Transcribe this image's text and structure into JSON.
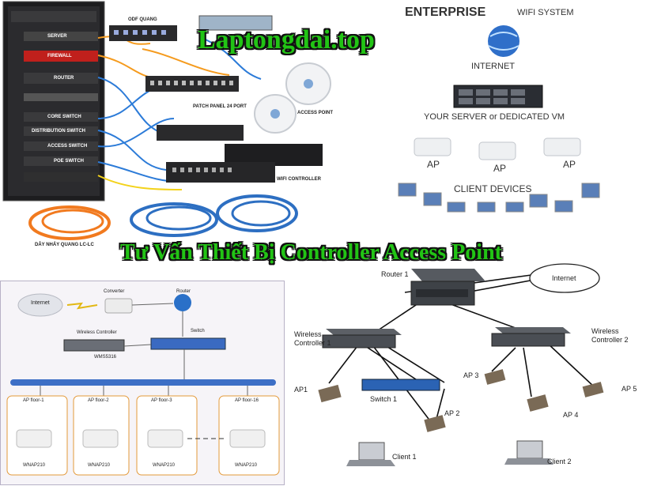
{
  "top_left": {
    "sfp_label": "ODF QUANG",
    "rack_units": [
      "SERVER",
      "FIREWALL",
      "ROUTER",
      "CORE SWITCH",
      "DISTRIBUTION SWITCH",
      "ACCESS SWITCH",
      "POE SWITCH"
    ],
    "patch_panel": "PATCH PANEL 24 PORT",
    "access_point": "ACCESS POINT",
    "wifi_controller": "WIFI CONTROLLER",
    "fiber_cable": "DÂY NHẢY QUANG LC-LC"
  },
  "site_title": "Laptongdai.top",
  "enterprise": {
    "heading": "ENTERPRISE",
    "heading_suffix": "WIFI SYSTEM",
    "internet": "INTERNET",
    "server": "YOUR SERVER or DEDICATED VM",
    "aps": [
      "AP",
      "AP",
      "AP"
    ],
    "client_devices": "CLIENT DEVICES"
  },
  "banner": "Tư Vấn Thiết Bị Controller Access Point",
  "bottom_left": {
    "internet": "Internet",
    "converter": "Converter",
    "router": "Router",
    "wireless_controller": "Wireless Controller",
    "switch": "Switch",
    "controller_model": "WMS5316",
    "ap_floors": [
      "AP floor-1",
      "AP floor-2",
      "AP floor-3",
      "AP floor-16"
    ],
    "ap_model": "WNAP210"
  },
  "bottom_right": {
    "router": "Router 1",
    "internet": "Internet",
    "wc1": [
      "Wireless",
      "Controller 1"
    ],
    "wc2": [
      "Wireless",
      "Controller 2"
    ],
    "switch": "Switch 1",
    "aps": [
      "AP1",
      "AP 2",
      "AP 3",
      "AP 4",
      "AP 5"
    ],
    "clients": [
      "Client 1",
      "Client 2"
    ]
  }
}
